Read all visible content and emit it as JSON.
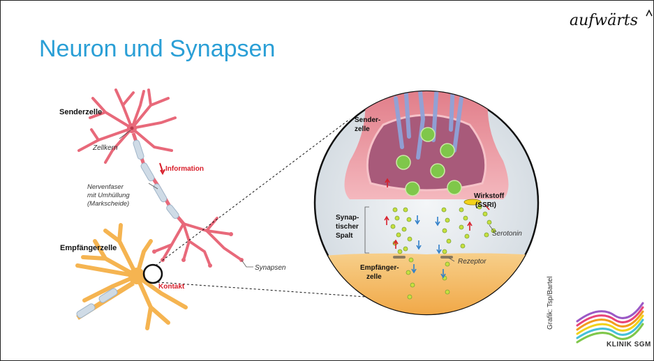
{
  "title": "Neuron und Synapsen",
  "brand": "aufwärts",
  "credit": "Grafik: Tsp/Bartel",
  "logo_text": "KLINIK SGM",
  "labels": {
    "senderzelle": "Senderzelle",
    "zellkern": "Zellkern",
    "information": "Information",
    "nervenfaser_1": "Nervenfaser",
    "nervenfaser_2": "mit Umhüllung",
    "nervenfaser_3": "(Markscheide)",
    "empfaengerzelle": "Empfängerzelle",
    "kontakt": "Kontakt",
    "synapsen": "Synapsen",
    "sender_zelle_1": "Sender-",
    "sender_zelle_2": "zelle",
    "wirkstoff": "Wirkstoff",
    "ssri": "(SSRI)",
    "spalt_1": "Synap-",
    "spalt_2": "tischer",
    "spalt_3": "Spalt",
    "serotonin": "Serotonin",
    "rezeptor": "Rezeptor",
    "empfaenger_zelle_1": "Empfänger-",
    "empfaenger_zelle_2": "zelle"
  },
  "colors": {
    "title": "#2a9fd6",
    "sender_cell": "#e8697a",
    "receiver_cell": "#f5b451",
    "highlight_red": "#d81e2a",
    "arrow_blue": "#2f7fc9",
    "neurotransmitter": "#c7e03d"
  }
}
